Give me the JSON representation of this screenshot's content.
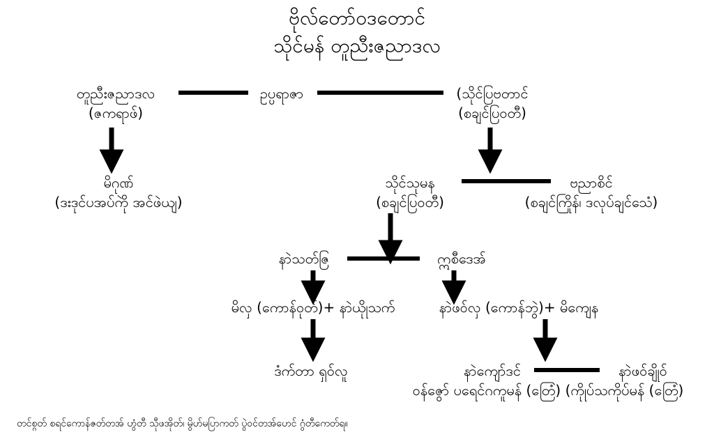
{
  "title": {
    "line1": "ဗိုလ်တော်ဝဒတောင်",
    "line2": "သိုင်မန် တူညီးဇညာဒလ"
  },
  "nodes": {
    "patriarch": {
      "line1": "တူညီးဇညာဒလ",
      "line2": "(ဇကရာဖ်)"
    },
    "spouse_link": {
      "line1": "ဥပ္ပရာဇာ"
    },
    "consort": {
      "line1": "(သိုင်ပြဗတာင်",
      "line2": "(စချင်ပြဝတီ)"
    },
    "son1": {
      "line1": "မိဂုဏ်",
      "line2": "(ဒးဒုင်ပအပ်ကိုဲ အင်ဖဲယျ)"
    },
    "gen2_left": {
      "line1": "သိုင်သုမန",
      "line2": "(စချင်ပြဝတီ)"
    },
    "gen2_right": {
      "line1": "ဗညာစိင်",
      "line2": "(စချင်ကြိုန်၊ ဒလုပ်ချင်သေံ)"
    },
    "gen3_left": {
      "line1": "နာဲသတ်ဇြ"
    },
    "gen3_right": {
      "line1": "ဣစီဒေအ်"
    },
    "gen4_left": {
      "line1": "မိလှ (ကောန်ဝုတ်)+ နာဲယိုုသက်"
    },
    "gen4_right": {
      "line1": "နာဲဖဝ်လှ (ကောန်ဘွဲ)+ မိကျေန"
    },
    "gen5_left": {
      "line1": "ဒံက်တာ ရှဝ်လူ"
    },
    "gen5_mid": {
      "line1": "နာဲကျော်ဒင်"
    },
    "gen5_right": {
      "line1": "နာဲဖဝ်ချိုဝ်"
    },
    "gen5_bottom": {
      "line1": "ဝန်ဇွော် ပရေင်ဂကူမန် (တြေံ) (ကိုုပ်သကိုပ်မန် (တြေံ)"
    }
  },
  "footnote": "တင်စ္ဂတ် စရင်ကောန်ဇတ်တအ် ဟွံတီ သီုဖအိုတ်၊ မွိဟ်မပြာကတ် ပွဲဝင်တအ်ဟေင် ဂွံတီကေတ်ရ။"
}
